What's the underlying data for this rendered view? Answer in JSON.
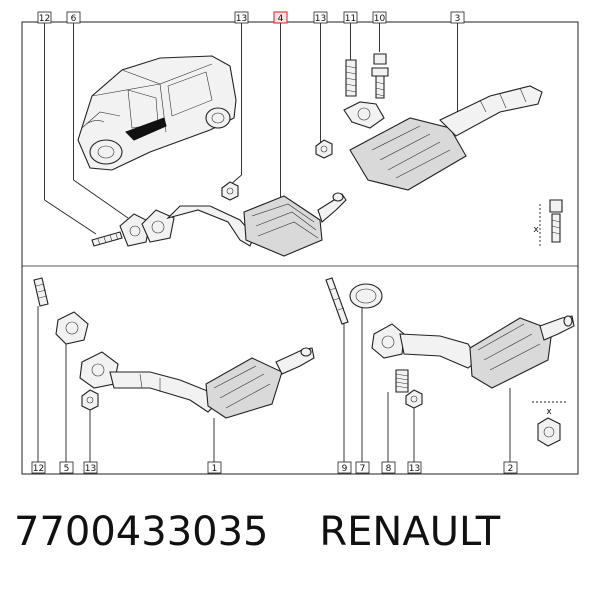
{
  "footer": {
    "part_number": "7700433035",
    "brand": "RENAULT"
  },
  "diagram": {
    "highlight_color": "#e63b3b",
    "callouts_top": [
      {
        "id": "c12t",
        "label": "12"
      },
      {
        "id": "c6t",
        "label": "6"
      },
      {
        "id": "c13t1",
        "label": "13"
      },
      {
        "id": "c4t",
        "label": "4",
        "highlighted": true
      },
      {
        "id": "c13t2",
        "label": "13"
      },
      {
        "id": "c11t",
        "label": "11"
      },
      {
        "id": "c10t",
        "label": "10"
      },
      {
        "id": "c3t",
        "label": "3"
      }
    ],
    "callouts_bottom": [
      {
        "id": "c12b",
        "label": "12"
      },
      {
        "id": "c5b",
        "label": "5"
      },
      {
        "id": "c13b1",
        "label": "13"
      },
      {
        "id": "c1b",
        "label": "1"
      },
      {
        "id": "c9b",
        "label": "9"
      },
      {
        "id": "c7b",
        "label": "7"
      },
      {
        "id": "c8b",
        "label": "8"
      },
      {
        "id": "c13b2",
        "label": "13"
      },
      {
        "id": "c2b",
        "label": "2"
      }
    ],
    "dimension_labels": {
      "x1": "x",
      "x2": "x"
    }
  }
}
